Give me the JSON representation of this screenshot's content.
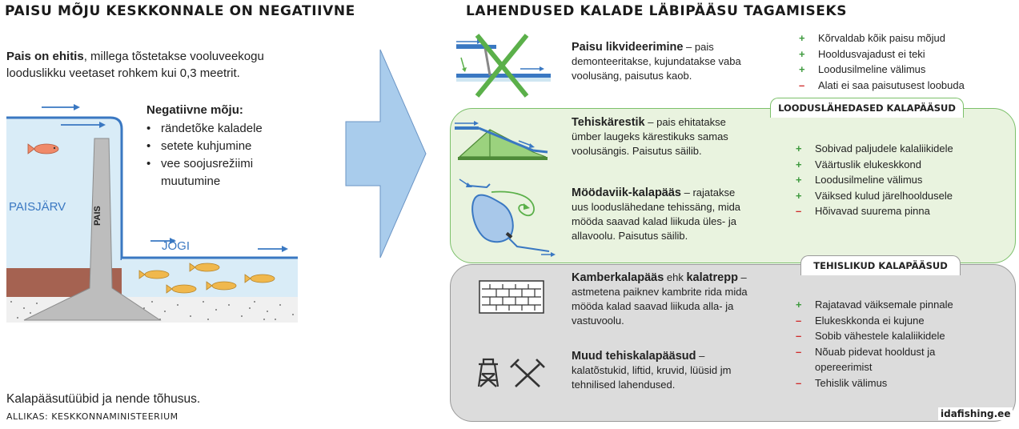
{
  "left": {
    "heading": "PAISU MÕJU KESKKONNALE ON NEGATIIVNE",
    "intro_bold": "Pais on ehitis",
    "intro_rest": ", millega tõstetakse vooluveekogu looduslikku veetaset rohkem kui 0,3 meetrit.",
    "neg_title": "Negatiivne mõju:",
    "neg_items": [
      "rändetõke kaladele",
      "setete kuhjumine",
      "vee soojusrežiimi muutumine"
    ],
    "lake_label": "PAISJÄRV",
    "dam_label": "PAIS",
    "river_label": "JÕGI",
    "caption": "Kalapääsutüübid ja nende tõhusus.",
    "source": "ALLIKAS: KESKKONNAMINISTEERIUM"
  },
  "right": {
    "heading": "LAHENDUSED KALADE LÄBIPÄÄSU TAGAMISEKS",
    "tag_natural": "LOODUSLÄHEDASED KALAPÄÄSUD",
    "tag_technical": "TEHISLIKUD KALAPÄÄSUD",
    "solutions": [
      {
        "title": "Paisu likvideerimine",
        "dash": " – ",
        "text": "pais demonteeritakse, kujundatakse vaba voolusäng, paisutus kaob.",
        "icon": "dam-removal-icon"
      },
      {
        "title": "Tehiskärestik",
        "dash": " – ",
        "text": "pais ehitatakse ümber laugeks kärestikuks samas voolusängis. Paisutus säilib.",
        "icon": "artificial-rapids-icon"
      },
      {
        "title": "Möödaviik-kalapääs",
        "dash": " – ",
        "text": "rajatakse uus looduslähedane tehissäng, mida mööda saavad kalad liikuda üles- ja allavoolu. Paisutus säilib.",
        "icon": "bypass-channel-icon"
      },
      {
        "title": "Kamberkalapääs",
        "mid": " ehk ",
        "title2": "kalatrepp",
        "dash": " – ",
        "text": "astmetena paiknev kambrite rida mida mööda kalad saavad liikuda alla- ja vastuvoolu.",
        "icon": "fish-ladder-icon"
      },
      {
        "title": "Muud tehiskalapääsud",
        "dash": " – ",
        "text": "kalatõstukid, liftid, kruvid, lüüsid jm tehnilised lahendused.",
        "icon": "tools-icon"
      }
    ],
    "removal_points": [
      {
        "sign": "+",
        "text": "Kõrvaldab kõik paisu mõjud"
      },
      {
        "sign": "+",
        "text": "Hooldusvajadust ei teki"
      },
      {
        "sign": "+",
        "text": "Loodusilmeline välimus"
      },
      {
        "sign": "–",
        "text": "Alati ei saa paisutusest loobuda"
      }
    ],
    "natural_points": [
      {
        "sign": "+",
        "text": "Sobivad paljudele kalaliikidele"
      },
      {
        "sign": "+",
        "text": "Väärtuslik elukeskkond"
      },
      {
        "sign": "+",
        "text": "Loodusilmeline välimus"
      },
      {
        "sign": "+",
        "text": "Väiksed kulud järelhooldusele"
      },
      {
        "sign": "–",
        "text": "Hõivavad suurema pinna"
      }
    ],
    "technical_points": [
      {
        "sign": "+",
        "text": "Rajatavad väiksemale pinnale"
      },
      {
        "sign": "–",
        "text": "Elukeskkonda ei kujune"
      },
      {
        "sign": "–",
        "text": "Sobib vähestele kalaliikidele"
      },
      {
        "sign": "–",
        "text": "Nõuab pidevat hooldust ja opereerimist"
      },
      {
        "sign": "–",
        "text": "Tehislik välimus"
      }
    ]
  },
  "watermark": "idafishing.ee",
  "colors": {
    "water": "#d9ecf7",
    "water_line": "#3a78c2",
    "natural_box": "#e9f3df",
    "natural_border": "#7cc06a",
    "technical_box": "#dcdcdc",
    "arrow": "#a9ccec",
    "fish": "#f0b84d",
    "red_fish": "#f08a6a"
  }
}
